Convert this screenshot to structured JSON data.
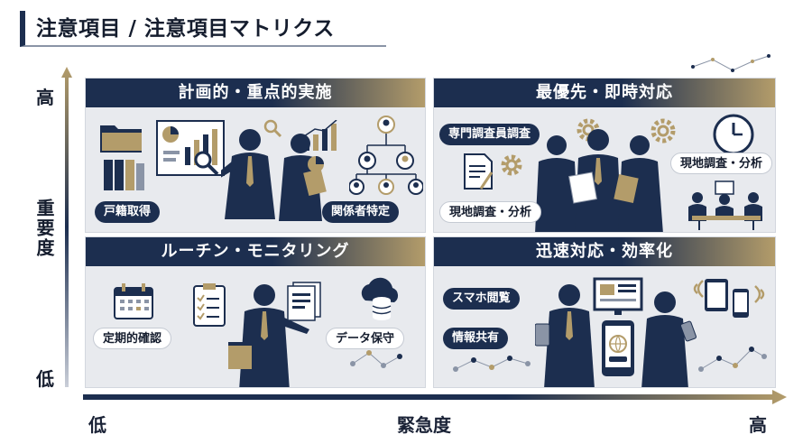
{
  "title": "注意項目 / 注意項目マトリクス",
  "axes": {
    "y_label": "重要度",
    "y_high": "高",
    "y_low": "低",
    "x_label": "緊急度",
    "x_low": "低",
    "x_high": "高"
  },
  "colors": {
    "navy": "#1c2e4f",
    "gold": "#b39c6a",
    "panel": "#e8eaee"
  },
  "quadrants": [
    {
      "heading": "計画的・重点的実施",
      "tags": [
        "戸籍取得",
        "関係者特定"
      ]
    },
    {
      "heading": "最優先・即時対応",
      "tags": [
        "専門調査員調査",
        "現地調査・分析",
        "現地調査・分析"
      ]
    },
    {
      "heading": "ルーチン・モニタリング",
      "tags": [
        "定期的確認",
        "データ保守"
      ]
    },
    {
      "heading": "迅速対応・効率化",
      "tags": [
        "スマホ閲覧",
        "情報共有"
      ]
    }
  ],
  "icons": [
    "folder-icon",
    "binder-icon",
    "chart-icon",
    "magnifier-icon",
    "org-chart-icon",
    "clock-icon",
    "gear-icon",
    "document-icon",
    "calendar-icon",
    "checklist-icon",
    "database-cloud-icon",
    "tablet-icon",
    "smartphone-icon",
    "wifi-icon",
    "monitor-icon"
  ]
}
